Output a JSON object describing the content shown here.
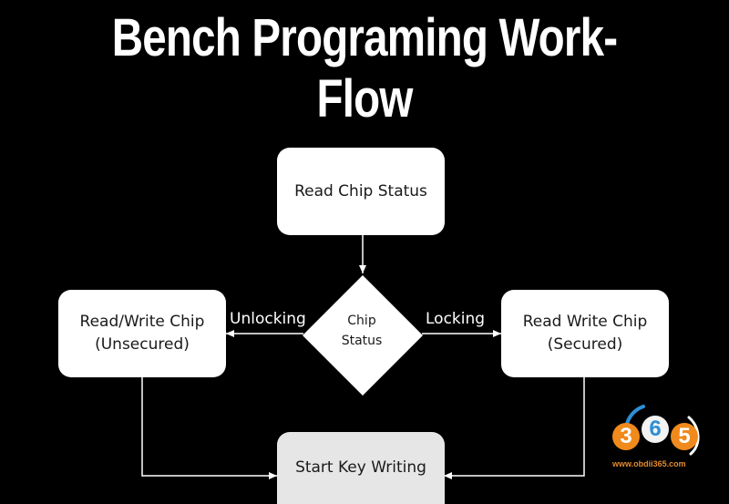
{
  "title": "Bench Programing Work-Flow",
  "nodes": {
    "read_chip_status": {
      "label": "Read Chip Status"
    },
    "chip_status": {
      "lines": [
        "Chip",
        "Status"
      ]
    },
    "rw_unsecured": {
      "lines": [
        "Read/Write Chip",
        "(Unsecured)"
      ]
    },
    "rw_secured": {
      "lines": [
        "Read Write Chip",
        "(Secured)"
      ]
    },
    "start_key_writing": {
      "label": "Start Key Writing"
    }
  },
  "edges": {
    "unlocking": "Unlocking",
    "locking": "Locking"
  },
  "watermark": {
    "digits": [
      "3",
      "6",
      "5"
    ],
    "url": "www.obdii365.com",
    "colors": {
      "orange": "#f08a1c",
      "blue": "#2d8fd6",
      "url": "#e08a2e"
    }
  }
}
